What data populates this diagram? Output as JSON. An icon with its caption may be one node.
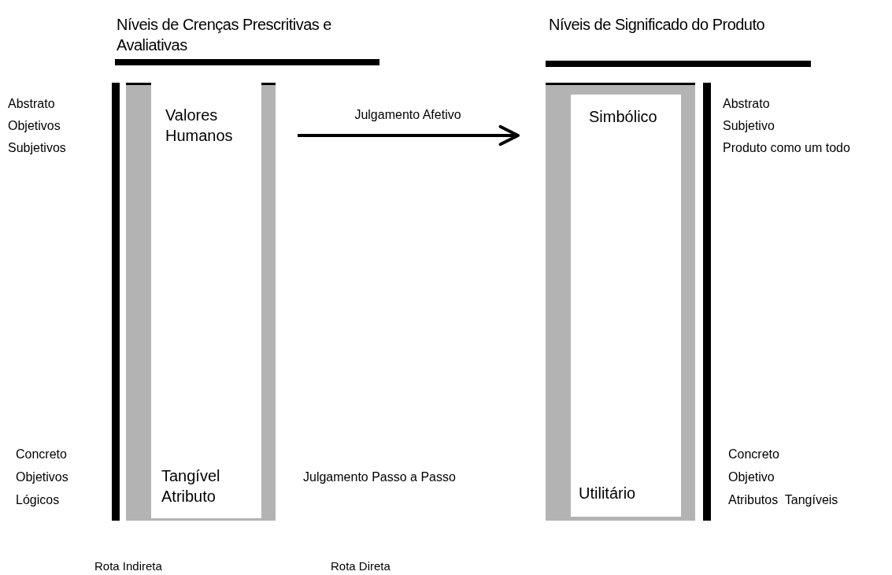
{
  "diagram": {
    "nodes": [
      {
        "text": [
          "Valores Humanos",
          "Tangível Atributo"
        ]
      },
      {
        "text": [
          "Simbólico",
          "Utilitário"
        ]
      }
    ],
    "edges": [
      {
        "from": 0,
        "to": 1,
        "arrow": "to",
        "label": "Julgamento Afetivo"
      }
    ],
    "labels": [
      "Níveis de Crenças Prescritivas e Avaliativas",
      "Níveis de Significado do Produto",
      "Abstrato",
      "Objetivos",
      "Subjetivos",
      "Abstrato",
      "Subjetivo",
      "Produto como um todo",
      "Concreto",
      "Objetivos",
      "Lógicos",
      "Julgamento Passo a Passo",
      "Concreto",
      "Objetivo",
      "Atributos  Tangíveis",
      "Rota Indireta",
      "Rota Direta"
    ]
  }
}
